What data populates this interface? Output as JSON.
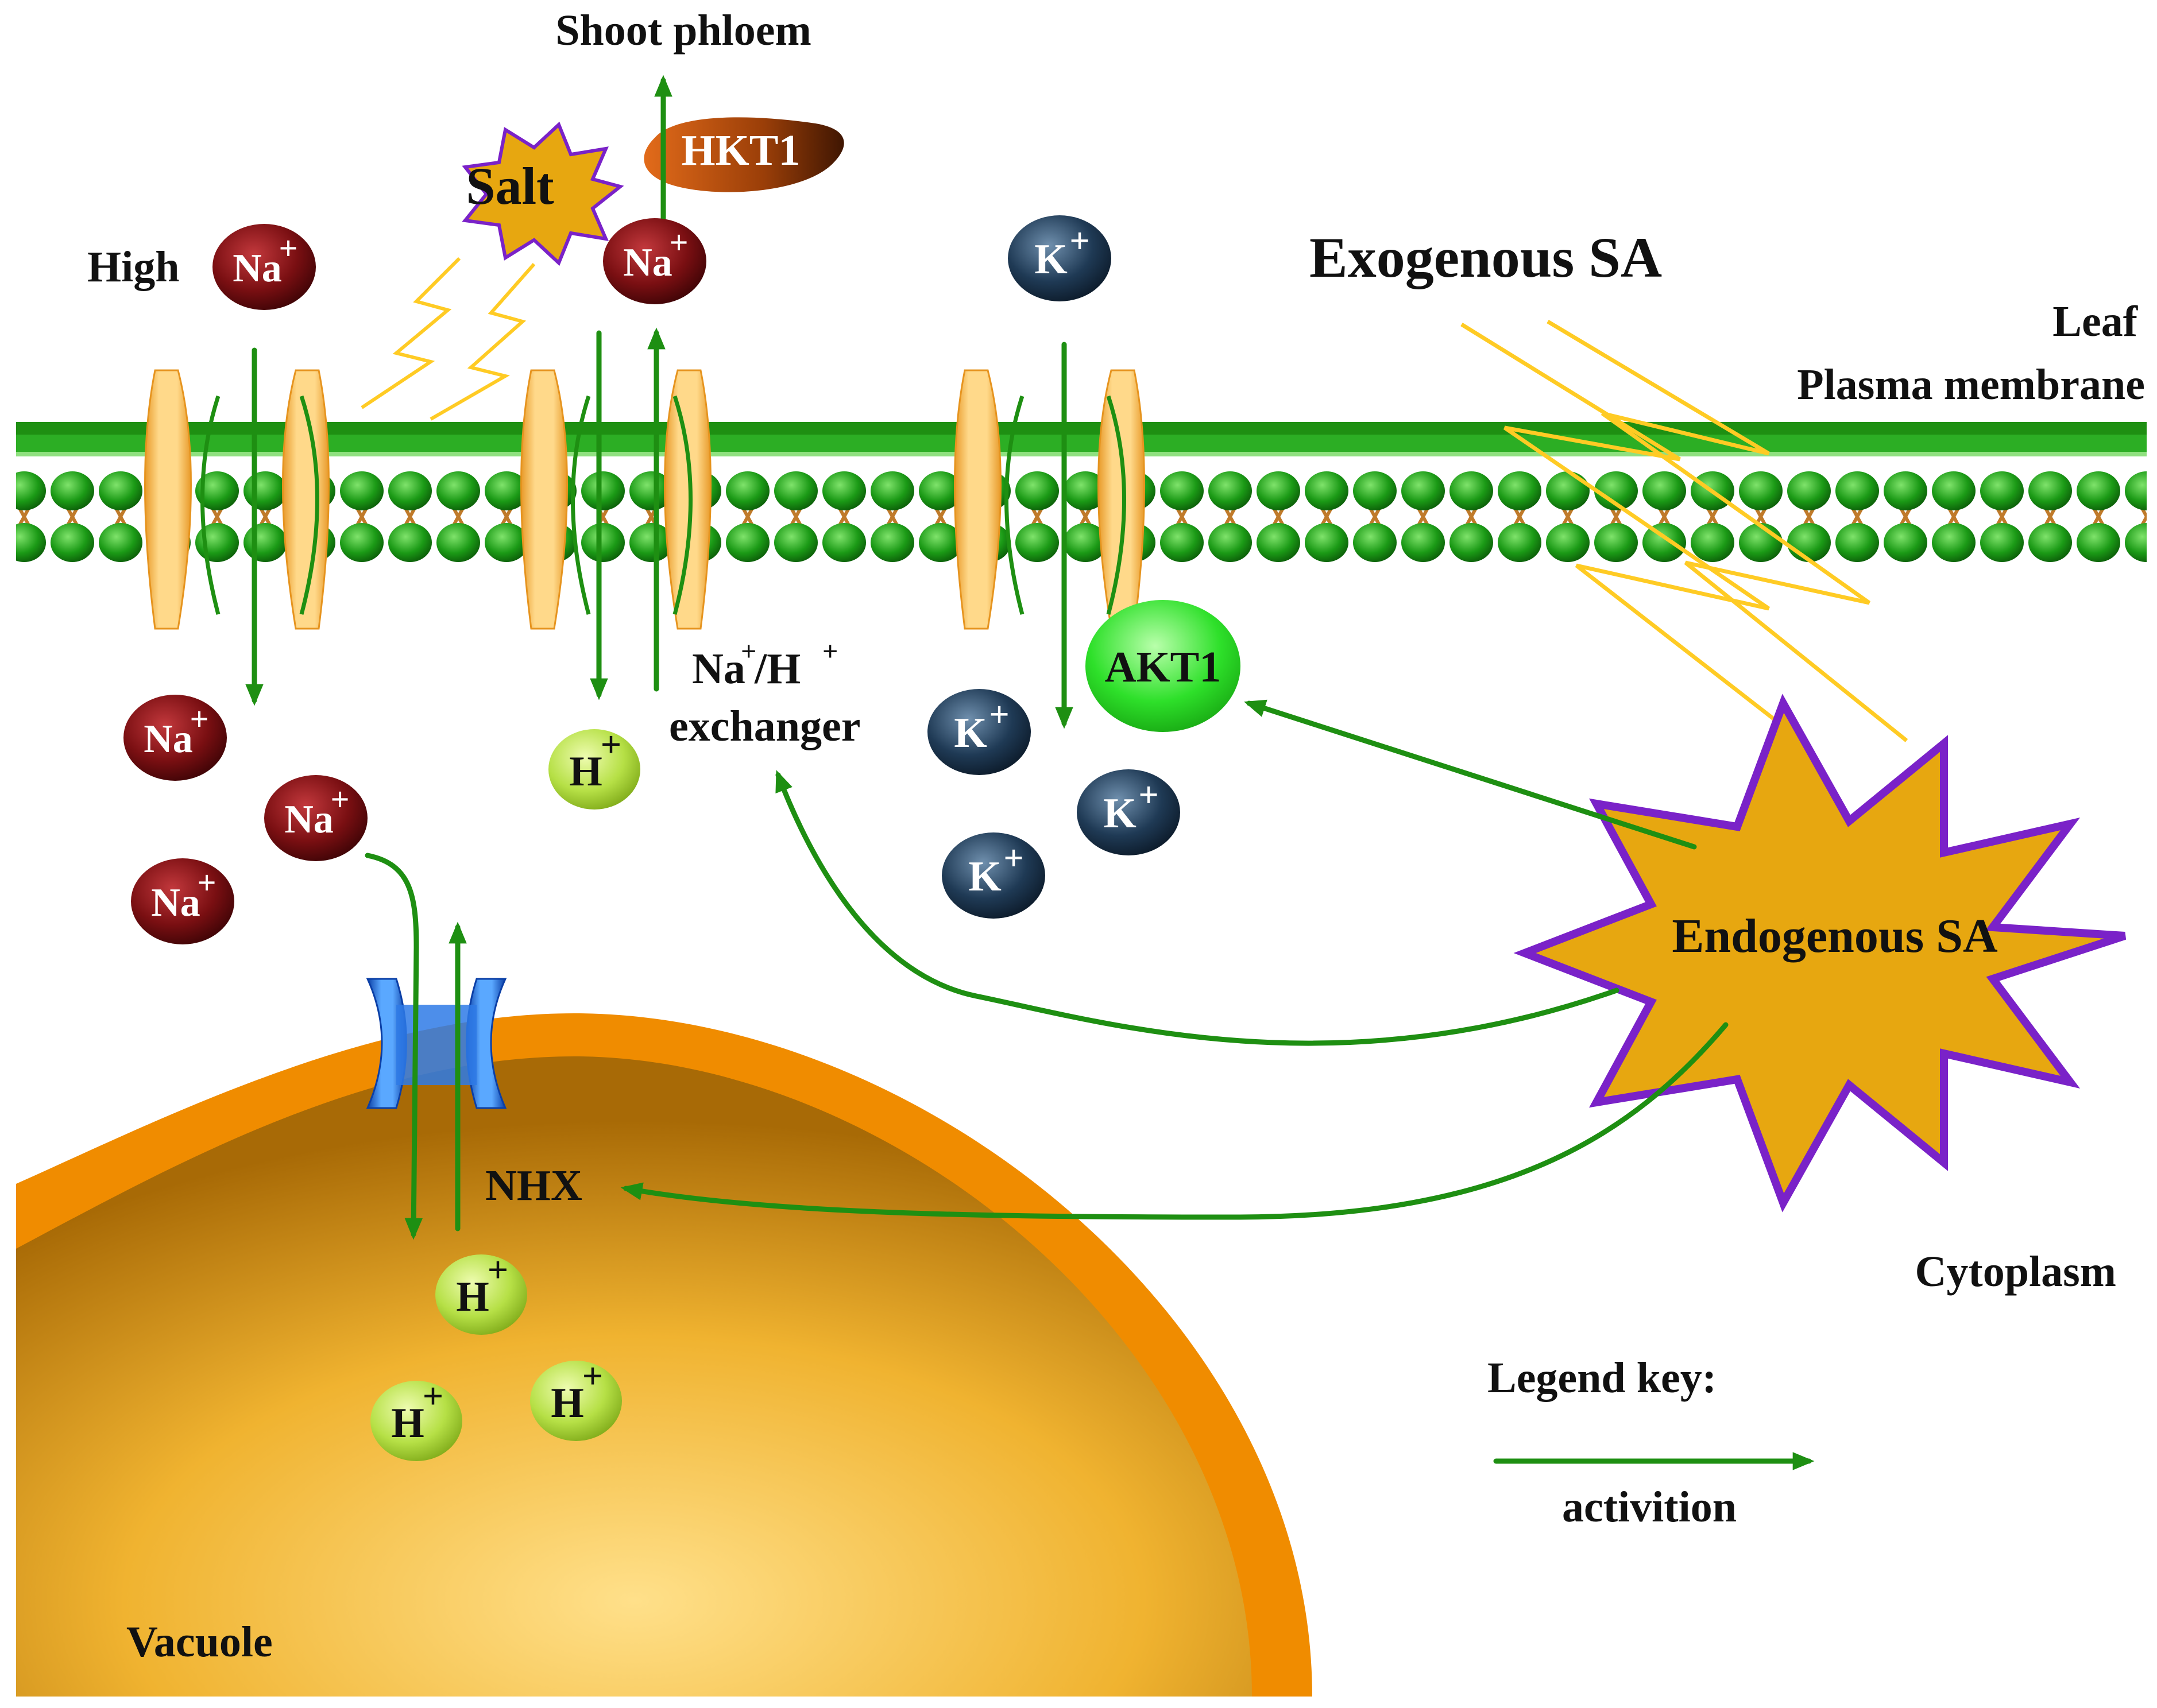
{
  "labels": {
    "shoot_phloem": "Shoot phloem",
    "high": "High",
    "salt": "Salt",
    "hkt1": "HKT1",
    "exogenous_sa": "Exogenous SA",
    "leaf": "Leaf",
    "plasma_membrane": "Plasma membrane",
    "exchanger_line1_na": "Na",
    "exchanger_line1_sep": "/H",
    "exchanger_line1_plus": "+",
    "exchanger_line2": "exchanger",
    "akt1": "AKT1",
    "endogenous_sa": "Endogenous SA",
    "nhx": "NHX",
    "cytoplasm": "Cytoplasm",
    "vacuole": "Vacuole",
    "legend_title": "Legend key:",
    "legend_activition": "activition"
  },
  "ions": {
    "na": "Na",
    "k": "K",
    "h": "H",
    "plus": "+"
  },
  "colors": {
    "arrow": "#1e8f12",
    "membrane": "#29a81e",
    "channel": "#f5b84a",
    "vacuole": "#f08c00",
    "na_ion": "#7a0f12",
    "k_ion": "#1f3a55",
    "h_ion": "#b6e046",
    "akt1": "#2ee02a",
    "nhx": "#1d63d8",
    "hkt1": "#b8510f",
    "star_fill": "#e7a710",
    "star_stroke": "#7a22c8",
    "lightning": "#ffcb24"
  }
}
